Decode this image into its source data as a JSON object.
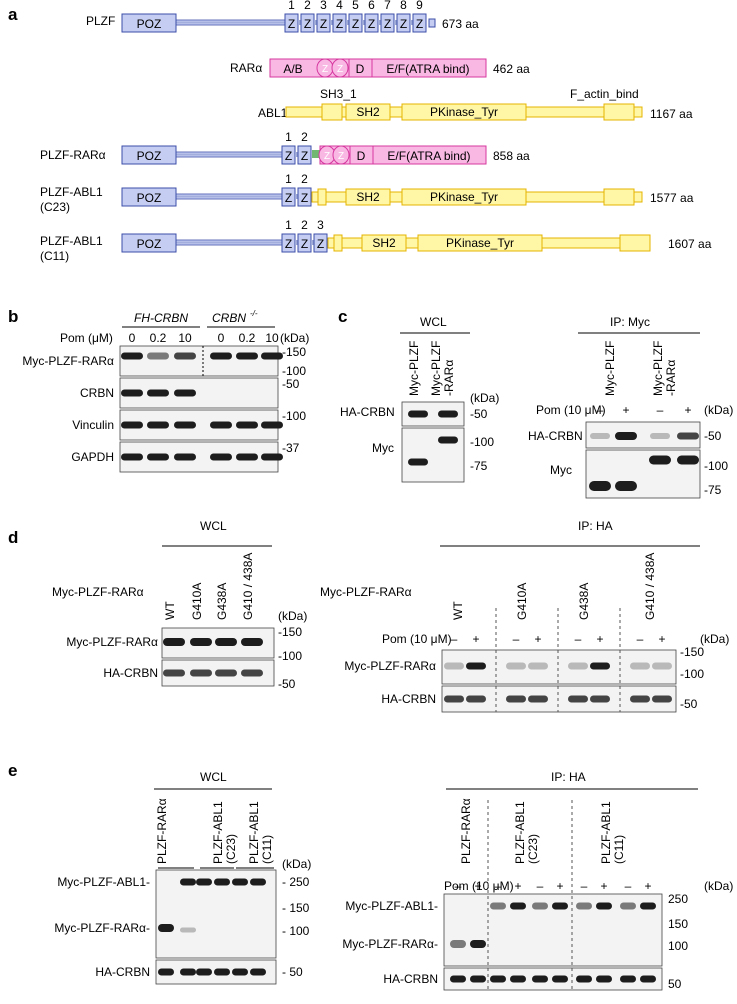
{
  "panels": {
    "a": "a",
    "b": "b",
    "c": "c",
    "d": "d",
    "e": "e"
  },
  "a": {
    "colors": {
      "plzf_fill": "#c5cdf2",
      "plzf_stroke": "#3d4fa8",
      "rara_fill": "#f9b8e4",
      "rara_stroke": "#d6389f",
      "abl_fill": "#fff6a6",
      "abl_stroke": "#e3b400",
      "linker": "#72b872"
    },
    "plzf": {
      "name": "PLZF",
      "poz": "POZ",
      "z": "Z",
      "zf_numbers": [
        "1",
        "2",
        "3",
        "4",
        "5",
        "6",
        "7",
        "8",
        "9"
      ],
      "length": "673 aa"
    },
    "rara": {
      "name": "RARα",
      "ab": "A/B",
      "z": "Z",
      "d": "D",
      "ef": "E/F(ATRA bind)",
      "length": "462 aa"
    },
    "abl1": {
      "name": "ABL1",
      "sh3": "SH3_1",
      "sh2": "SH2",
      "pkinase": "PKinase_Tyr",
      "factin": "F_actin_bind",
      "length": "1167 aa"
    },
    "plzf_rara": {
      "name": "PLZF-RARα",
      "poz": "POZ",
      "z": "Z",
      "d": "D",
      "ef": "E/F(ATRA bind)",
      "zf_numbers": [
        "1",
        "2"
      ],
      "length": "858 aa"
    },
    "plzf_abl1_c23": {
      "name": "PLZF-ABL1",
      "sub": "(C23)",
      "poz": "POZ",
      "z": "Z",
      "sh2": "SH2",
      "pkinase": "PKinase_Tyr",
      "zf_numbers": [
        "1",
        "2"
      ],
      "length": "1577 aa"
    },
    "plzf_abl1_c11": {
      "name": "PLZF-ABL1",
      "sub": "(C11)",
      "poz": "POZ",
      "z": "Z",
      "sh2": "SH2",
      "pkinase": "PKinase_Tyr",
      "zf_numbers": [
        "1",
        "2",
        "3"
      ],
      "length": "1607 aa"
    }
  },
  "b": {
    "group1": "FH-CRBN",
    "group2_base": "CRBN",
    "group2_sup": "-/-",
    "pom": "Pom (μM)",
    "doses": [
      "0",
      "0.2",
      "10",
      "0",
      "0.2",
      "10"
    ],
    "kda": "(kDa)",
    "rows": [
      {
        "label": "Myc-PLZF-RARα",
        "markers": [
          "-150",
          "-100"
        ]
      },
      {
        "label": "CRBN",
        "markers": [
          "-50"
        ]
      },
      {
        "label": "Vinculin",
        "markers": [
          "-100"
        ]
      },
      {
        "label": "GAPDH",
        "markers": [
          "-37"
        ]
      }
    ],
    "myc_levels": [
      0.9,
      0.45,
      0.65,
      0.9,
      0.9,
      0.95
    ]
  },
  "c": {
    "wcl": "WCL",
    "ip": "IP: Myc",
    "kda": "(kDa)",
    "wcl_lanes": [
      "Myc-PLZF",
      "Myc-PLZF\n-RARα"
    ],
    "ip_lanes": [
      "Myc-PLZF",
      "Myc-PLZF\n-RARα"
    ],
    "pom": "Pom (10 μM)",
    "signs": [
      "–",
      "+",
      "–",
      "+"
    ],
    "hacrbn": "HA-CRBN",
    "myc": "Myc",
    "wcl_markers": [
      "-50",
      "-100",
      "-75"
    ],
    "ip_markers": [
      "-50",
      "-100",
      "-75"
    ]
  },
  "d": {
    "wcl": "WCL",
    "ip": "IP: HA",
    "kda": "(kDa)",
    "construct": "Myc-PLZF-RARα",
    "lanes": [
      "WT",
      "G410A",
      "G438A",
      "G410 / 438A"
    ],
    "pom": "Pom (10 μM)",
    "signs": [
      "–",
      "+",
      "–",
      "+",
      "–",
      "+",
      "–",
      "+"
    ],
    "rows": [
      "Myc-PLZF-RARα",
      "HA-CRBN"
    ],
    "wcl_markers": [
      "-150",
      "-100",
      "-50"
    ],
    "ip_markers": [
      "-150",
      "-100",
      "-50"
    ]
  },
  "e": {
    "wcl": "WCL",
    "ip": "IP: HA",
    "kda": "(kDa)",
    "lanes": [
      "PLZF-RARα",
      "PLZF-ABL1\n(C23)",
      "PLZF-ABL1\n(C11)"
    ],
    "pom": "Pom (10 μM)",
    "signs": [
      "–",
      "+",
      "–",
      "+",
      "–",
      "+",
      "–",
      "+",
      "–",
      "+"
    ],
    "rows": [
      "Myc-PLZF-ABL1-",
      "Myc-PLZF-RARα-",
      "HA-CRBN"
    ],
    "wcl_markers": [
      "- 250",
      "- 150",
      "- 100",
      "- 50"
    ],
    "ip_markers": [
      "250",
      "150",
      "100",
      "50"
    ]
  }
}
